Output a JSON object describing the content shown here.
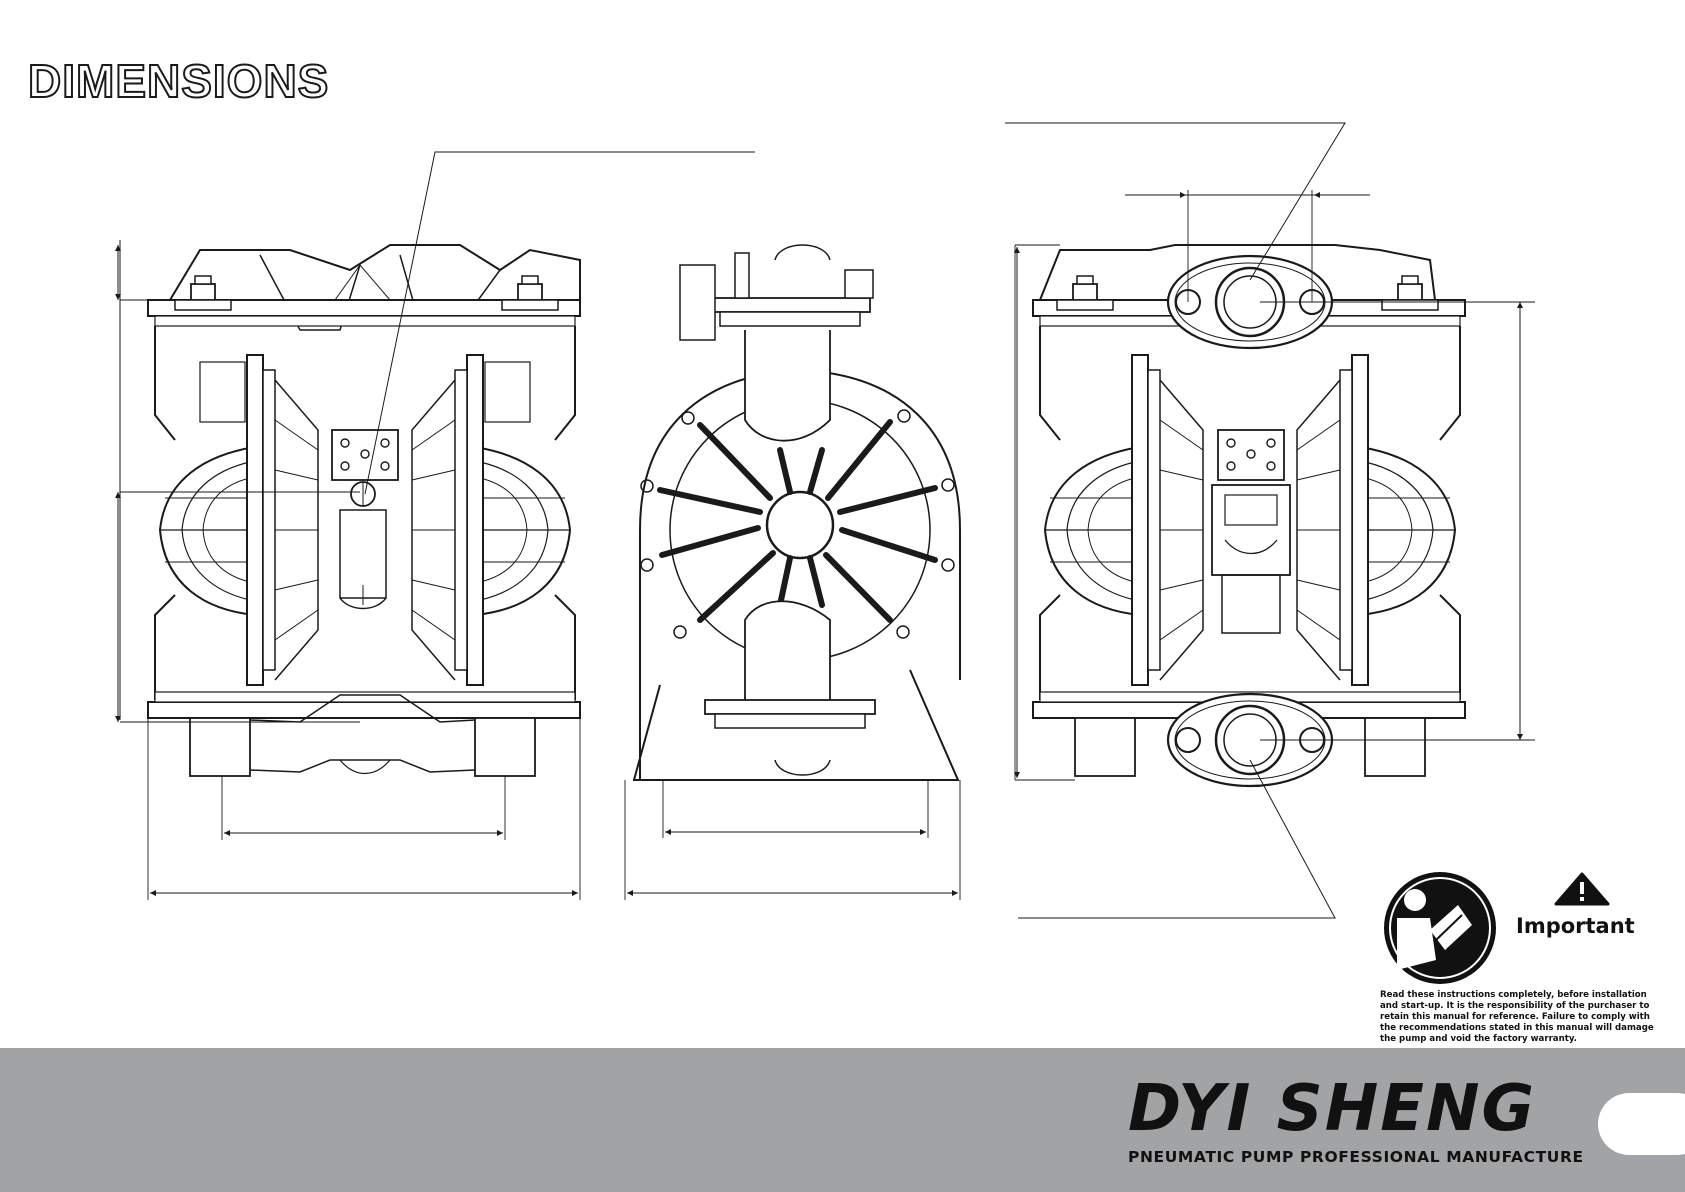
{
  "header": {
    "title": "DIMENSIONS"
  },
  "notice": {
    "label": "Important",
    "text": "Read these instructions completely, before installation and start-up. It is the responsibility of the purchaser to retain this manual for reference. Failure to comply with the recommendations stated in this manual will damage the pump and void the factory warranty."
  },
  "brand": {
    "name": "DYI SHENG",
    "tagline": "PNEUMATIC PUMP PROFESSIONAL MANUFACTURE"
  },
  "colors": {
    "footer_band": "#a2a3a5",
    "line": "#1a1a1a",
    "icon_fill": "#111111"
  },
  "icons": [
    "read-manual-icon",
    "warning-triangle-icon",
    "brand-logo-icon"
  ]
}
